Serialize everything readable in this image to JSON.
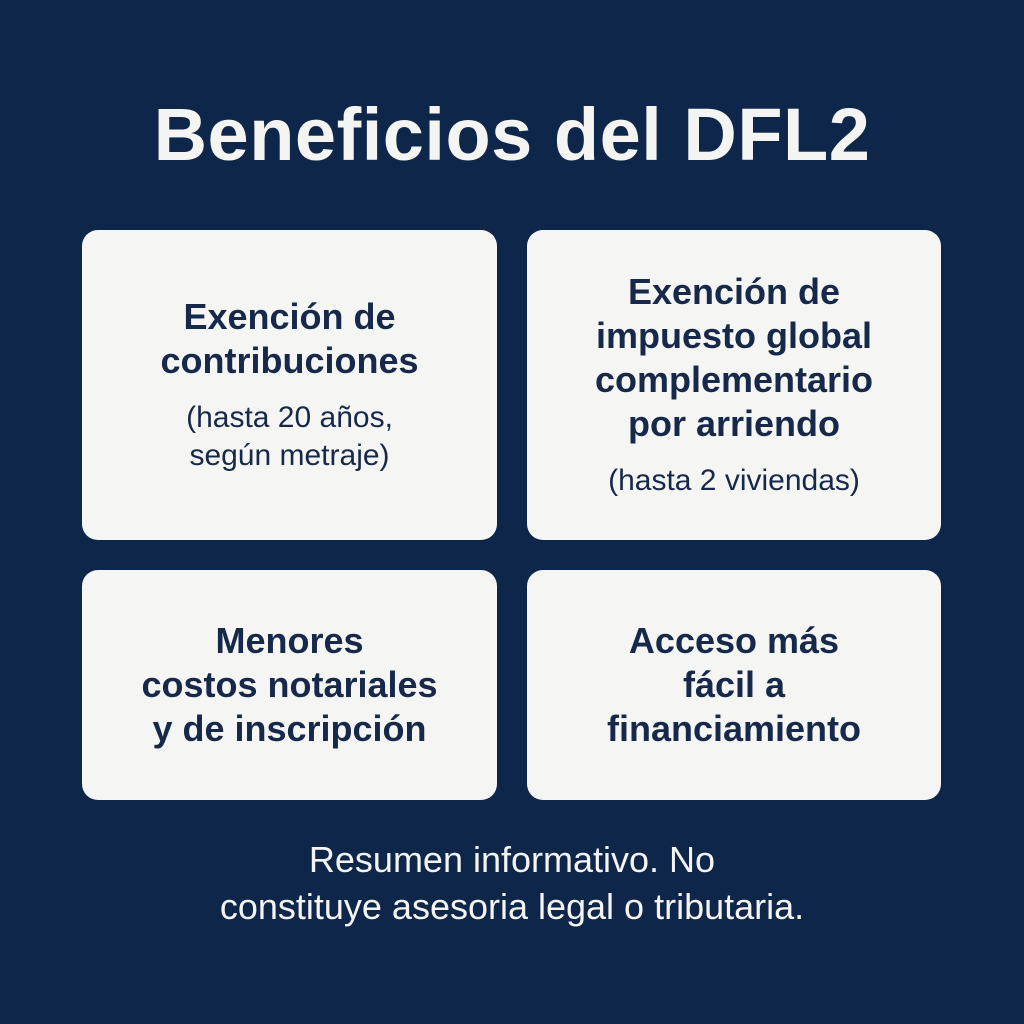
{
  "title": "Beneficios del DFL2",
  "cards": [
    {
      "heading": [
        "Exención de",
        "contribuciones"
      ],
      "note": [
        "(hasta 20 años,",
        "según metraje)"
      ]
    },
    {
      "heading": [
        "Exención de",
        "impuesto global",
        "complementario",
        "por arriendo"
      ],
      "note": [
        "(hasta 2 viviendas)"
      ]
    },
    {
      "heading": [
        "Menores",
        "costos notariales",
        "y de inscripción"
      ]
    },
    {
      "heading": [
        "Acceso más",
        "fácil a",
        "financiamiento"
      ]
    }
  ],
  "footer": [
    "Resumen informativo. No",
    "constituye asesoria legal o tributaria."
  ]
}
